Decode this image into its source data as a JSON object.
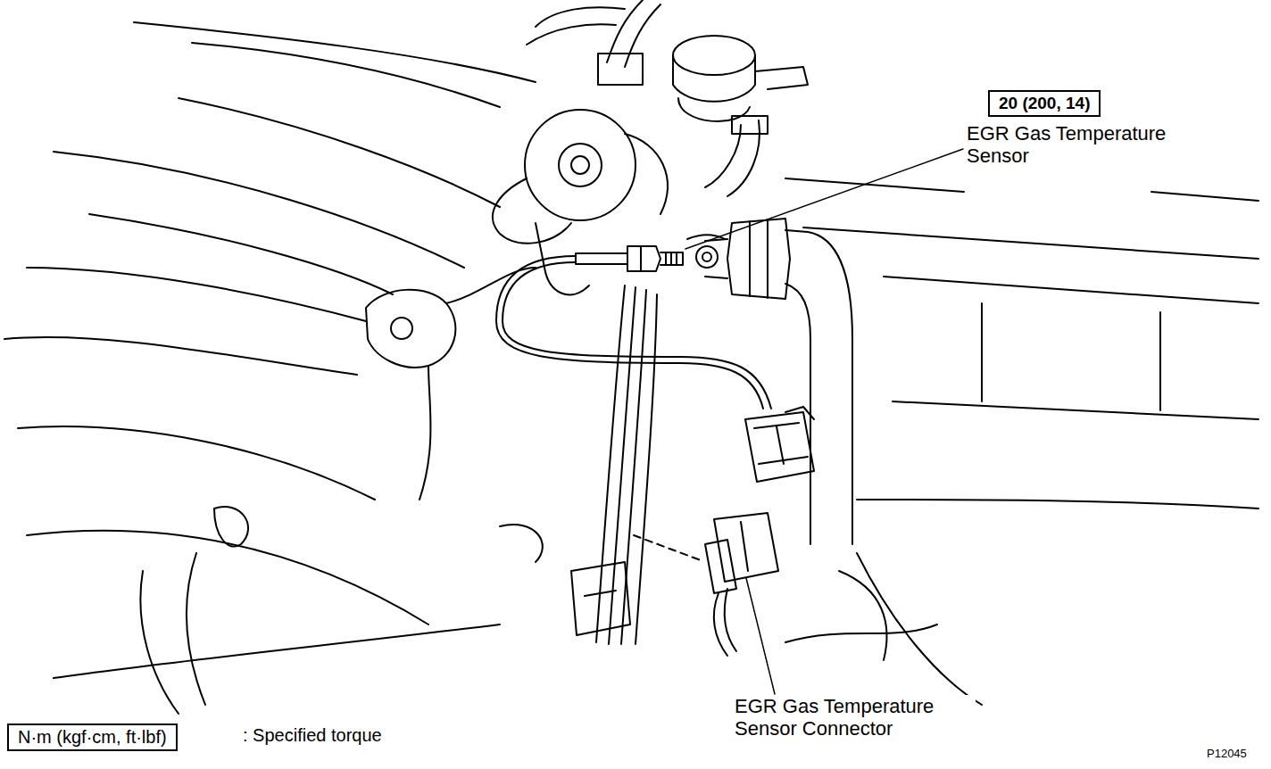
{
  "diagram": {
    "nodes": [
      {
        "text": [
          "20 (200, 14)"
        ]
      },
      {
        "text": [
          "N·m (kgf·cm, ft·lbf)"
        ]
      }
    ],
    "labels": [
      "EGR Gas Temperature Sensor",
      "EGR Gas Temperature Sensor Connector",
      ": Specified torque",
      "P12045"
    ]
  }
}
